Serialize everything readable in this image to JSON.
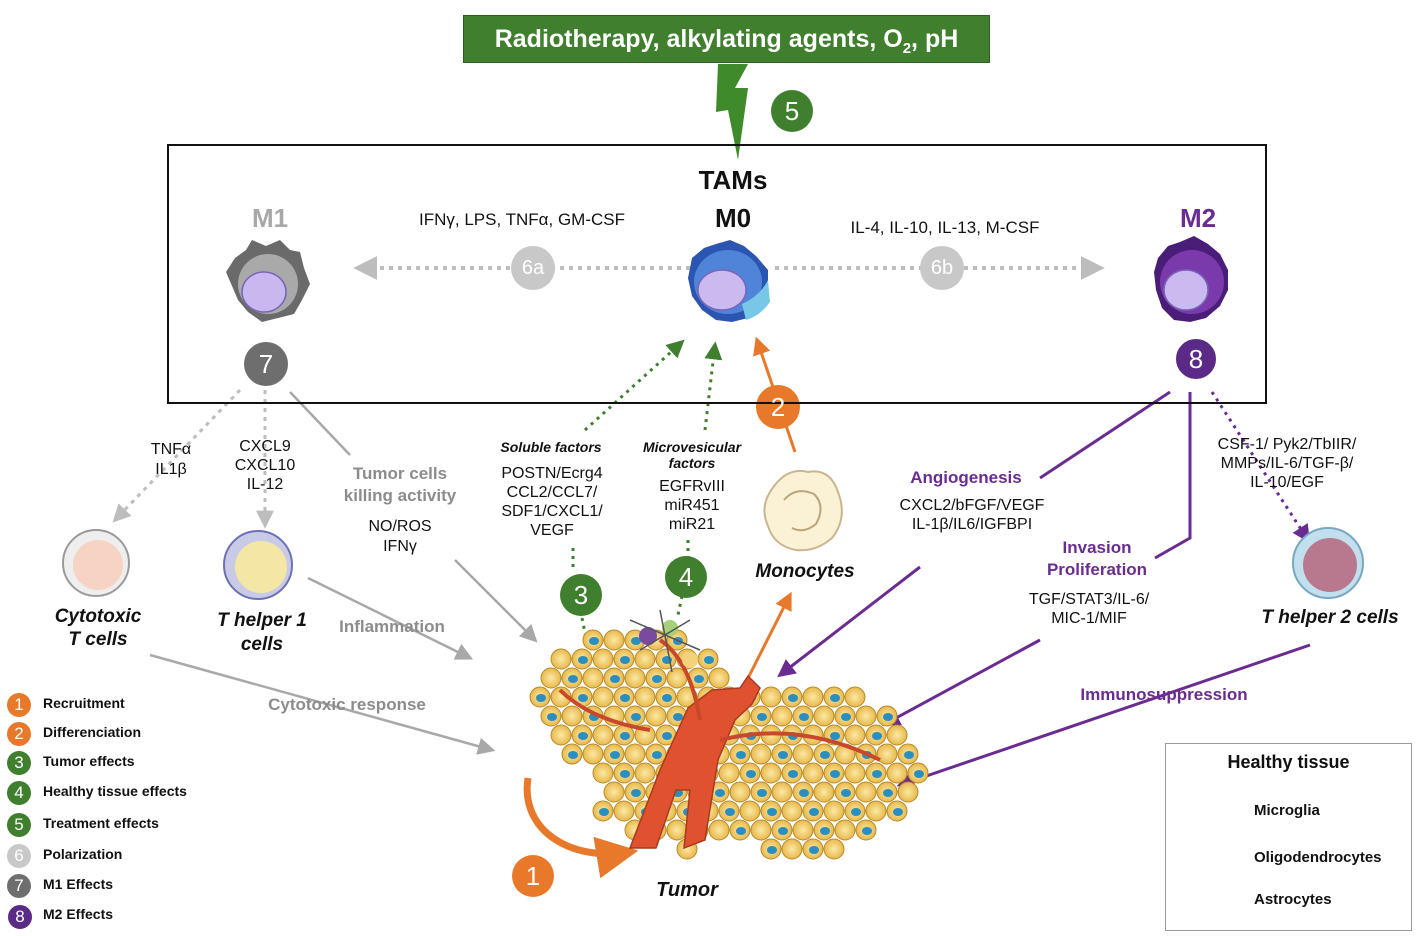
{
  "header": {
    "treatment_main": "Radiotherapy, alkylating agents, O",
    "treatment_sub": "2",
    "treatment_tail": ", pH"
  },
  "tams": {
    "title": "TAMs",
    "m0": "M0",
    "m1": "M1",
    "m2": "M2",
    "m1_factors": "IFNγ, LPS, TNFα, GM-CSF",
    "m2_factors": "IL-4, IL-10, IL-13, M-CSF"
  },
  "badges": {
    "b1": "1",
    "b2": "2",
    "b3": "3",
    "b4": "4",
    "b5": "5",
    "b6a": "6a",
    "b6b": "6b",
    "b7": "7",
    "b8": "8"
  },
  "m1_effects": {
    "tnf": [
      "TNFα",
      "IL1β"
    ],
    "cxcl": [
      "CXCL9",
      "CXCL10",
      "IL-12"
    ],
    "killing": [
      "Tumor cells",
      "killing activity"
    ],
    "noros": [
      "NO/ROS",
      "IFNγ"
    ],
    "cytotoxic_cells": [
      "Cytotoxic",
      "T cells"
    ],
    "th1_cells": [
      "T helper 1",
      "cells"
    ],
    "inflammation": "Inflammation",
    "cytotoxic_response": "Cytotoxic response"
  },
  "center": {
    "soluble_title": "Soluble factors",
    "soluble_list": [
      "POSTN/Ecrg4",
      "CCL2/CCL7/",
      "SDF1/CXCL1/",
      "VEGF"
    ],
    "microves_title": [
      "Microvesicular",
      "factors"
    ],
    "microves_list": [
      "EGFRvIII",
      "miR451",
      "miR21"
    ],
    "monocytes": "Monocytes",
    "tumor": "Tumor"
  },
  "m2_effects": {
    "angio": "Angiogenesis",
    "angio_list": [
      "CXCL2/bFGF/VEGF",
      "IL-1β/IL6/IGFBPI"
    ],
    "invasion": [
      "Invasion",
      "Proliferation"
    ],
    "invasion_list": [
      "TGF/STAT3/IL-6/",
      "MIC-1/MIF"
    ],
    "csf_list": [
      "CSF-1/ Pyk2/TbIIR/",
      "MMPs/IL-6/TGF-β/",
      "IL-10/EGF"
    ],
    "th2_cells": "T helper 2 cells",
    "immuno": "Immunosuppression"
  },
  "legend": [
    {
      "num": "1",
      "label": "Recruitment",
      "color": "#e8792a"
    },
    {
      "num": "2",
      "label": "Differenciation",
      "color": "#e8792a"
    },
    {
      "num": "3",
      "label": "Tumor effects",
      "color": "#3f7f2e"
    },
    {
      "num": "4",
      "label": "Healthy tissue effects",
      "color": "#3f7f2e"
    },
    {
      "num": "5",
      "label": "Treatment effects",
      "color": "#3f7f2e"
    },
    {
      "num": "6",
      "label": "Polarization",
      "color": "#c8c8c8"
    },
    {
      "num": "7",
      "label": "M1 Effects",
      "color": "#6e6e6e"
    },
    {
      "num": "8",
      "label": "M2 Effects",
      "color": "#5b2a86"
    }
  ],
  "healthy_tissue": {
    "title": "Healthy tissue",
    "items": [
      "Microglia",
      "Oligodendrocytes",
      "Astrocytes"
    ]
  },
  "colors": {
    "green": "#3f7f2e",
    "orange": "#e8792a",
    "gray": "#8c8c8c",
    "purple": "#6a2c91",
    "m0_blue": "#3d6fc9"
  }
}
